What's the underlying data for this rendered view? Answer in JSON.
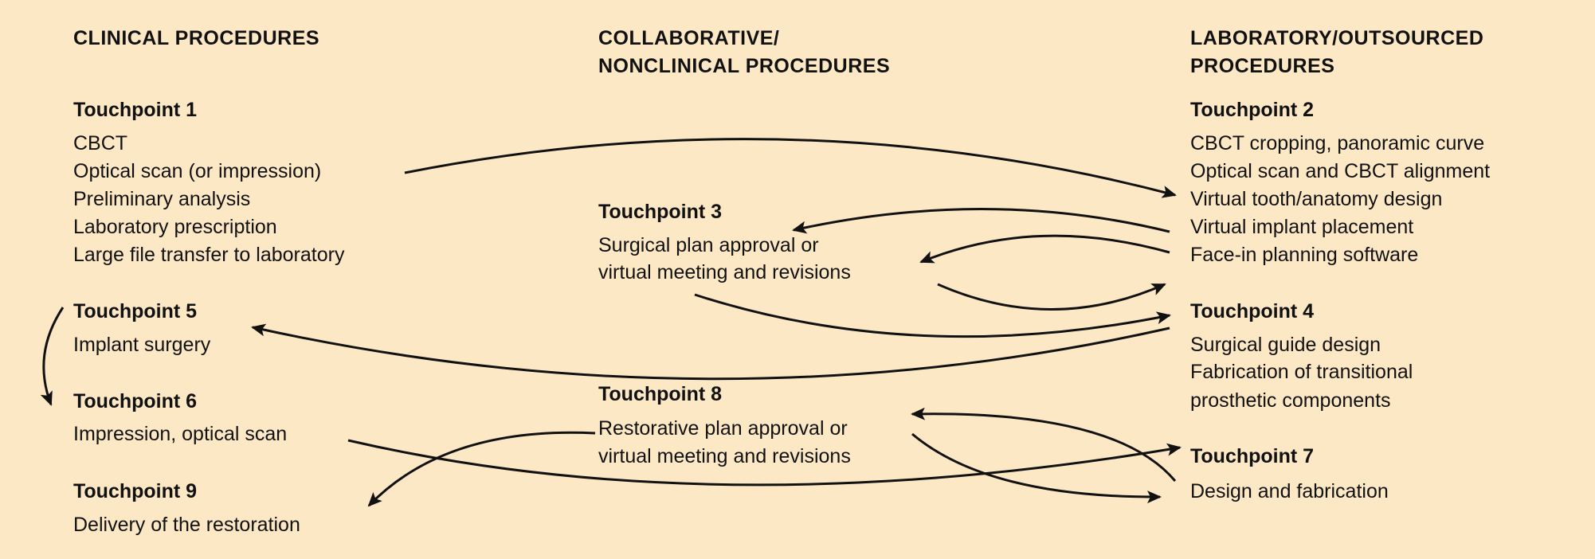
{
  "columns": {
    "clinical": {
      "title_line1": "CLINICAL PROCEDURES"
    },
    "collaborative": {
      "title_line1": "COLLABORATIVE/",
      "title_line2": "NONCLINICAL PROCEDURES"
    },
    "laboratory": {
      "title_line1": "LABORATORY/OUTSOURCED",
      "title_line2": "PROCEDURES"
    }
  },
  "touchpoints": {
    "tp1": {
      "title": "Touchpoint 1",
      "items": [
        "CBCT",
        "Optical scan (or impression)",
        "Preliminary analysis",
        "Laboratory prescription",
        "Large file transfer to laboratory"
      ]
    },
    "tp2": {
      "title": "Touchpoint 2",
      "items": [
        "CBCT cropping, panoramic curve",
        "Optical scan and CBCT alignment",
        "Virtual tooth/anatomy design",
        "Virtual implant placement",
        "Face-in planning software"
      ]
    },
    "tp3": {
      "title": "Touchpoint 3",
      "items": [
        "Surgical plan approval or",
        "virtual meeting and revisions"
      ]
    },
    "tp4": {
      "title": "Touchpoint 4",
      "items": [
        "Surgical guide design",
        "Fabrication of transitional",
        "prosthetic components"
      ]
    },
    "tp5": {
      "title": "Touchpoint 5",
      "items": [
        "Implant surgery"
      ]
    },
    "tp6": {
      "title": "Touchpoint 6",
      "items": [
        "Impression, optical scan"
      ]
    },
    "tp7": {
      "title": "Touchpoint 7",
      "items": [
        "Design and fabrication"
      ]
    },
    "tp8": {
      "title": "Touchpoint 8",
      "items": [
        "Restorative plan approval or",
        "virtual meeting and revisions"
      ]
    },
    "tp9": {
      "title": "Touchpoint 9",
      "items": [
        "Delivery of the restoration"
      ]
    }
  },
  "colors": {
    "background": "#fde8c6",
    "ink": "#111111"
  }
}
